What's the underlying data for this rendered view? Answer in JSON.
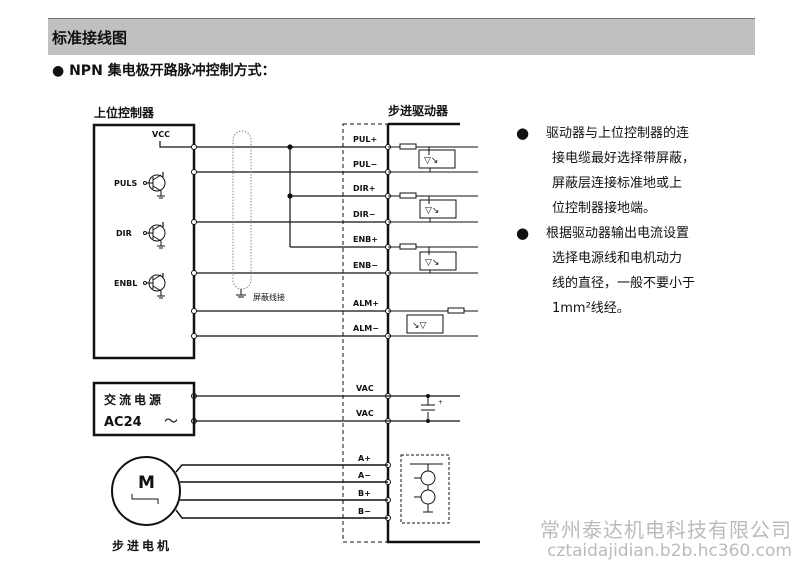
{
  "header": {
    "title": "标准接线图"
  },
  "subtitle": "● NPN 集电极开路脉冲控制方式：",
  "controller": {
    "title": "上位控制器",
    "vcc": "VCC",
    "puls": "PULS",
    "dir": "DIR",
    "enbl": "ENBL"
  },
  "shield": {
    "label": "屏蔽线接"
  },
  "driver": {
    "title": "步进驱动器",
    "terminals": [
      "PUL+",
      "PUL−",
      "DIR+",
      "DIR−",
      "ENB+",
      "ENB−",
      "ALM+",
      "ALM−",
      "VAC",
      "VAC",
      "A+",
      "A−",
      "B+",
      "B−"
    ]
  },
  "power": {
    "line1": "交流电源",
    "line2": "AC24",
    "symbol": "～"
  },
  "motor": {
    "letter": "M",
    "label": "步进电机"
  },
  "notes": [
    {
      "lines": [
        "驱动器与上位控制器的连",
        "接电缆最好选择带屏蔽，",
        "屏蔽层连接标准地或上",
        "位控制器接地端。"
      ]
    },
    {
      "lines": [
        "根据驱动器输出电流设置",
        "选择电源线和电机动力",
        "线的直径，一般不要小于",
        "1mm²线经。"
      ]
    }
  ],
  "bullet": "●",
  "watermark": {
    "company": "常州泰达机电科技有限公司",
    "url": "cztaidajidian.b2b.hc360.com"
  }
}
